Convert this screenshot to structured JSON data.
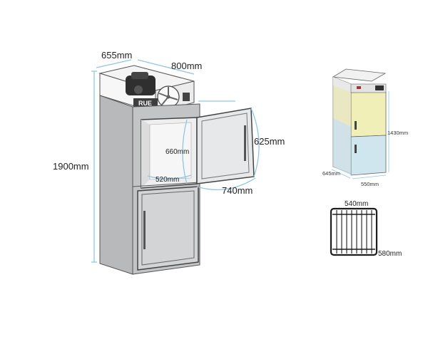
{
  "main_figure": {
    "dimensions": {
      "depth": "655mm",
      "width": "800mm",
      "height": "1900mm",
      "door_height": "625mm",
      "door_swing": "740mm",
      "interior_height": "660mm",
      "interior_width": "520mm"
    },
    "badge_text": "RUE",
    "colors": {
      "dimension_line": "#8fc6e6",
      "cabinet_gray": "#b8b9bb",
      "panel_dark": "#3e3e40"
    }
  },
  "small_figure": {
    "dimensions": {
      "height": "1430mm",
      "depth": "645mm",
      "width": "550mm"
    },
    "colors": {
      "upper_door": "#f1efb8",
      "lower_door": "#cfe6ee",
      "body": "#d5d8db"
    }
  },
  "shelf_figure": {
    "dimensions": {
      "width": "540mm",
      "depth": "580mm"
    }
  }
}
